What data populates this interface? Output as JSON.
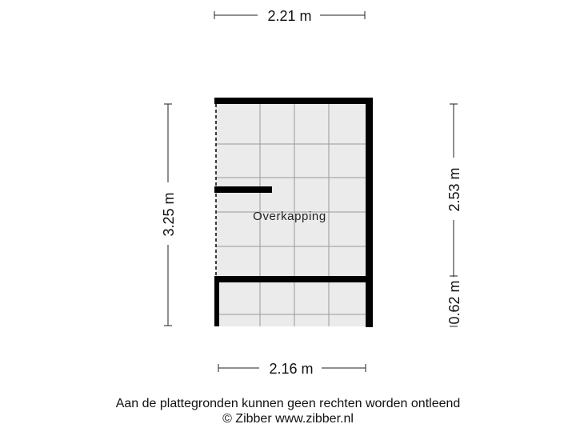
{
  "floorplan": {
    "room_label": "Overkapping",
    "dimensions": {
      "top_width": "2.21 m",
      "bottom_width": "2.16 m",
      "left_height": "3.25 m",
      "right_upper_height": "2.53 m",
      "right_lower_height": "0.62 m"
    },
    "colors": {
      "floor": "#ebebeb",
      "grid": "#9a9a9a",
      "wall": "#000000",
      "dimension_line": "#222222"
    }
  },
  "footer": {
    "disclaimer": "Aan de plattegronden kunnen geen rechten worden ontleend",
    "copyright": "© Zibber www.zibber.nl"
  }
}
